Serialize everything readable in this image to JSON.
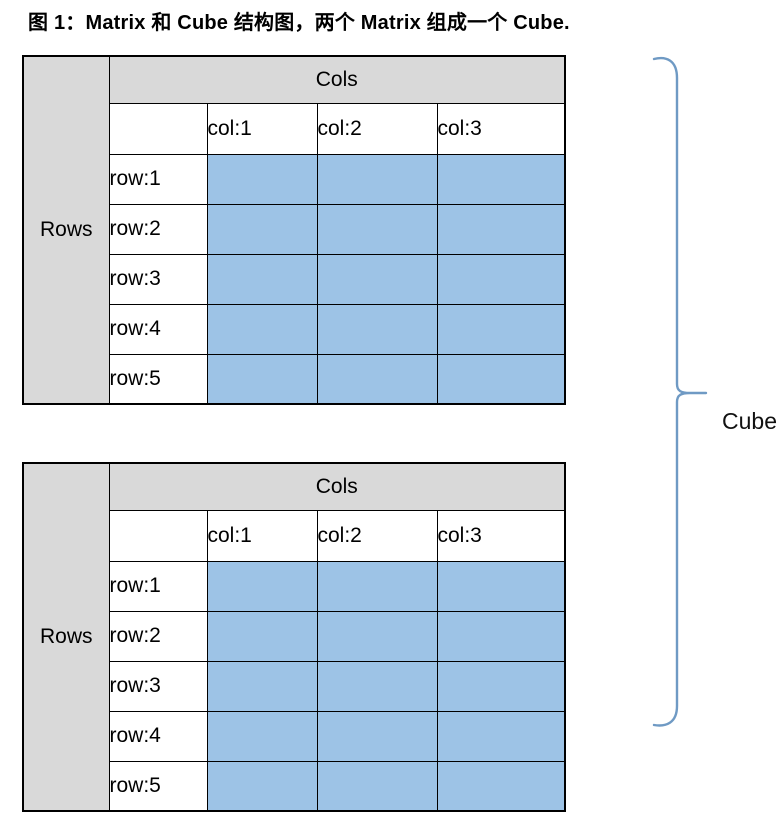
{
  "title": "图 1：Matrix 和 Cube 结构图，两个 Matrix 组成一个 Cube.",
  "matrix": {
    "rows_header": "Rows",
    "cols_header": "Cols",
    "col_labels": [
      "col:1",
      "col:2",
      "col:3"
    ],
    "row_labels": [
      "row:1",
      "row:2",
      "row:3",
      "row:4",
      "row:5"
    ]
  },
  "matrices": [
    {
      "id": "matrix-1"
    },
    {
      "id": "matrix-2"
    }
  ],
  "cube": {
    "label": "Cube"
  },
  "colors": {
    "header_fill": "#d9d9d9",
    "cell_fill": "#9dc3e6",
    "brace": "#6f9ac4",
    "border": "#000000",
    "text": "#000000"
  }
}
